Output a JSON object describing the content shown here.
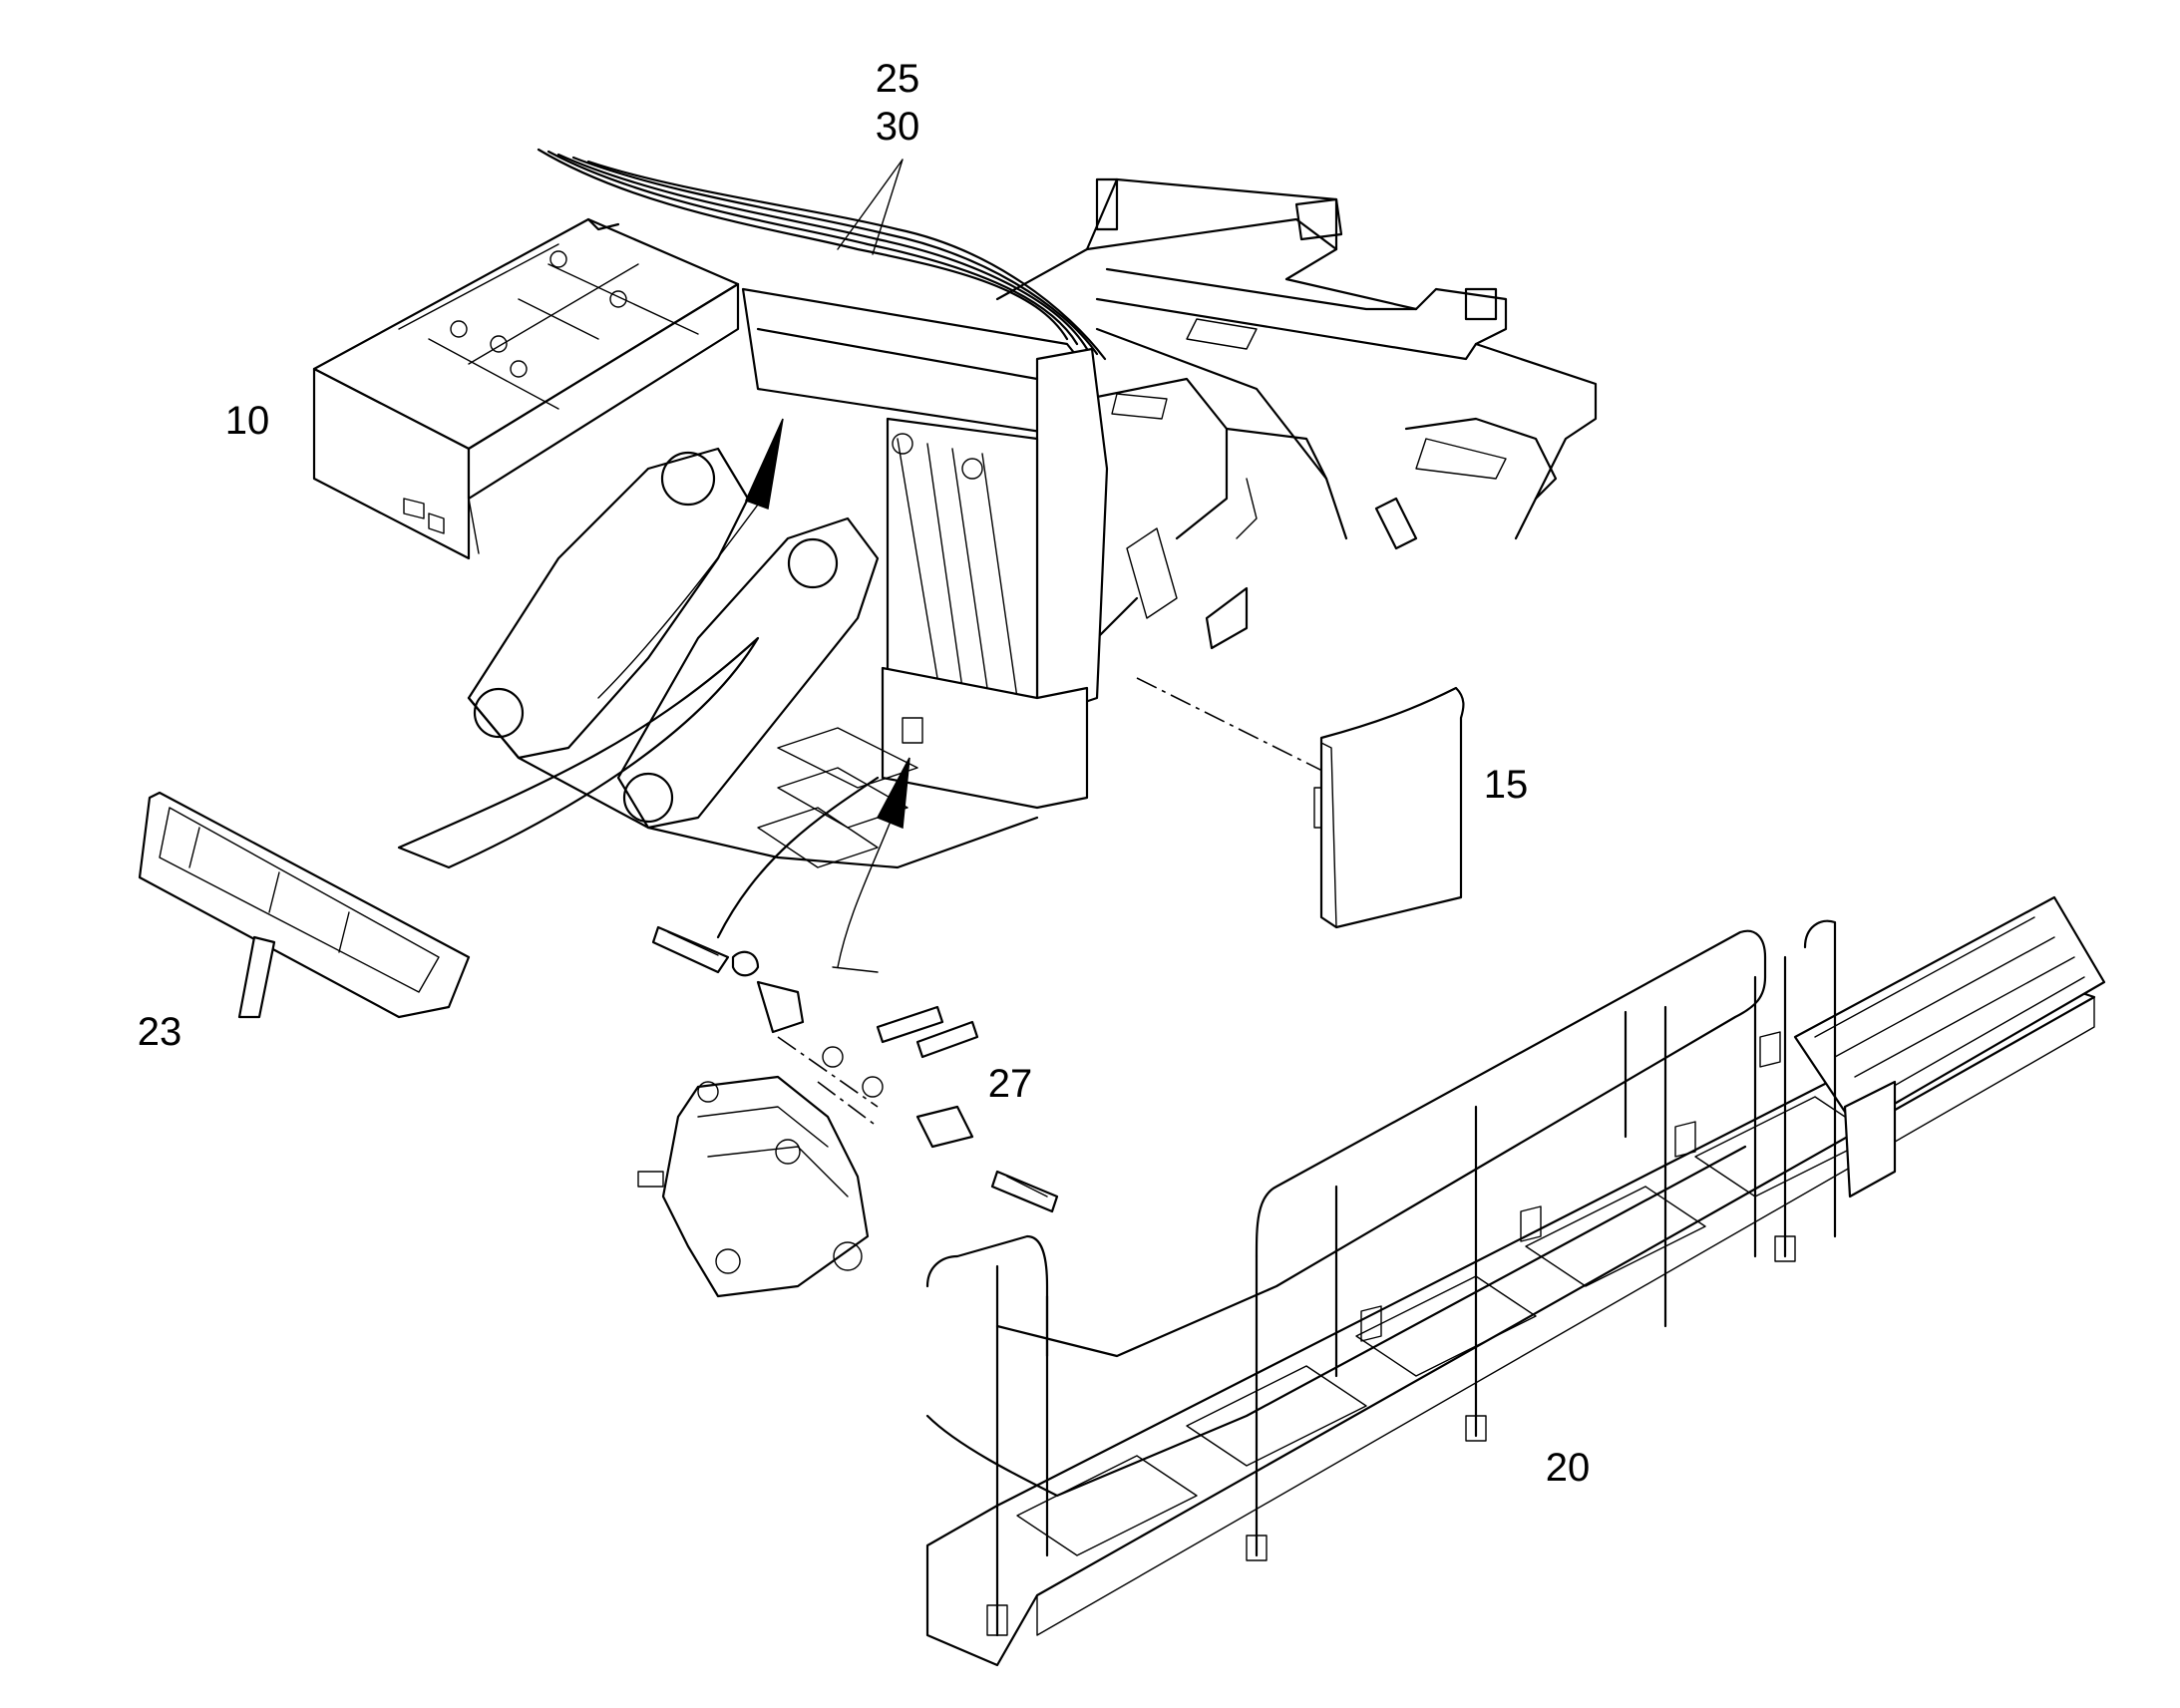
{
  "diagram": {
    "callouts": [
      {
        "id": "10",
        "label": "10"
      },
      {
        "id": "15",
        "label": "15"
      },
      {
        "id": "20",
        "label": "20"
      },
      {
        "id": "23",
        "label": "23"
      },
      {
        "id": "25",
        "label": "25"
      },
      {
        "id": "27",
        "label": "27"
      },
      {
        "id": "30",
        "label": "30"
      }
    ]
  },
  "colors": {
    "line": "#000000",
    "background": "#ffffff"
  }
}
